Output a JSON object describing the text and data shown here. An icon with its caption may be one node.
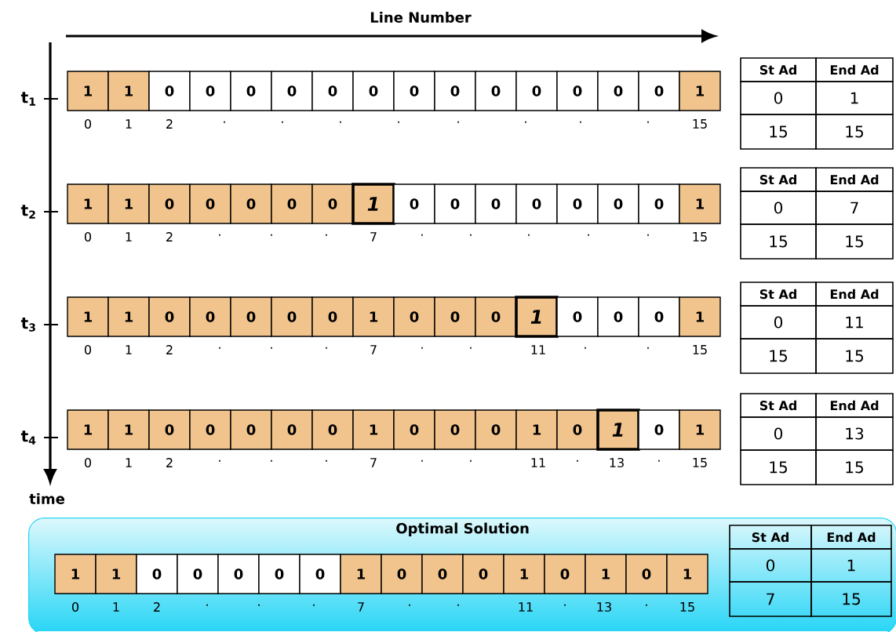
{
  "diagram": {
    "nodes": [
      {
        "text": [
          "1"
        ]
      },
      {
        "text": [
          "1"
        ]
      },
      {
        "text": [
          "0"
        ]
      },
      {
        "text": [
          "0"
        ]
      },
      {
        "text": [
          "0"
        ]
      },
      {
        "text": [
          "0"
        ]
      },
      {
        "text": [
          "0"
        ]
      },
      {
        "text": [
          "0"
        ]
      },
      {
        "text": [
          "0"
        ]
      },
      {
        "text": [
          "0"
        ]
      },
      {
        "text": [
          "0"
        ]
      },
      {
        "text": [
          "0"
        ]
      },
      {
        "text": [
          "0"
        ]
      },
      {
        "text": [
          "0"
        ]
      },
      {
        "text": [
          "0"
        ]
      },
      {
        "text": [
          "1"
        ]
      },
      {
        "text": [
          "1"
        ]
      },
      {
        "text": [
          "1"
        ]
      },
      {
        "text": [
          "0"
        ]
      },
      {
        "text": [
          "0"
        ]
      },
      {
        "text": [
          "0"
        ]
      },
      {
        "text": [
          "0"
        ]
      },
      {
        "text": [
          "0"
        ]
      },
      {
        "text": [
          "1"
        ]
      },
      {
        "text": [
          "0"
        ]
      },
      {
        "text": [
          "0"
        ]
      },
      {
        "text": [
          "0"
        ]
      },
      {
        "text": [
          "0"
        ]
      },
      {
        "text": [
          "0"
        ]
      },
      {
        "text": [
          "0"
        ]
      },
      {
        "text": [
          "0"
        ]
      },
      {
        "text": [
          "1"
        ]
      },
      {
        "text": [
          "1"
        ]
      },
      {
        "text": [
          "1"
        ]
      },
      {
        "text": [
          "0"
        ]
      },
      {
        "text": [
          "0"
        ]
      },
      {
        "text": [
          "0"
        ]
      },
      {
        "text": [
          "0"
        ]
      },
      {
        "text": [
          "0"
        ]
      },
      {
        "text": [
          "1"
        ]
      },
      {
        "text": [
          "0"
        ]
      },
      {
        "text": [
          "0"
        ]
      },
      {
        "text": [
          "0"
        ]
      },
      {
        "text": [
          "1"
        ]
      },
      {
        "text": [
          "0"
        ]
      },
      {
        "text": [
          "0"
        ]
      },
      {
        "text": [
          "0"
        ]
      },
      {
        "text": [
          "1"
        ]
      },
      {
        "text": [
          "1"
        ]
      },
      {
        "text": [
          "1"
        ]
      },
      {
        "text": [
          "0"
        ]
      },
      {
        "text": [
          "0"
        ]
      },
      {
        "text": [
          "0"
        ]
      },
      {
        "text": [
          "0"
        ]
      },
      {
        "text": [
          "0"
        ]
      },
      {
        "text": [
          "1"
        ]
      },
      {
        "text": [
          "0"
        ]
      },
      {
        "text": [
          "0"
        ]
      },
      {
        "text": [
          "0"
        ]
      },
      {
        "text": [
          "1"
        ]
      },
      {
        "text": [
          "0"
        ]
      },
      {
        "text": [
          "1"
        ]
      },
      {
        "text": [
          "0"
        ]
      },
      {
        "text": [
          "1"
        ]
      },
      {
        "text": [
          "Optimal Solution"
        ]
      },
      {
        "text": [
          "1"
        ],
        "in": 64
      },
      {
        "text": [
          "1"
        ],
        "in": 64
      },
      {
        "text": [
          "0"
        ],
        "in": 64
      },
      {
        "text": [
          "0"
        ],
        "in": 64
      },
      {
        "text": [
          "0"
        ],
        "in": 64
      },
      {
        "text": [
          "0"
        ],
        "in": 64
      },
      {
        "text": [
          "0"
        ],
        "in": 64
      },
      {
        "text": [
          "1"
        ],
        "in": 64
      },
      {
        "text": [
          "0"
        ],
        "in": 64
      },
      {
        "text": [
          "0"
        ],
        "in": 64
      },
      {
        "text": [
          "0"
        ],
        "in": 64
      },
      {
        "text": [
          "1"
        ],
        "in": 64
      },
      {
        "text": [
          "0"
        ],
        "in": 64
      },
      {
        "text": [
          "1"
        ],
        "in": 64
      },
      {
        "text": [
          "0"
        ],
        "in": 64
      },
      {
        "text": [
          "1"
        ],
        "in": 64
      }
    ],
    "labels": [
      "Line Number",
      "t$_{1}$",
      "0",
      "1",
      "2",
      "·",
      "·",
      "·",
      "·",
      "·",
      "·",
      "·",
      "·",
      "15",
      "St Ad",
      "End Ad",
      "0",
      "1",
      "15",
      "15",
      "t$_{2}$",
      "0",
      "1",
      "2",
      "·",
      "·",
      "·",
      "7",
      "·",
      "·",
      "·",
      "·",
      "·",
      "15",
      "St Ad",
      "End Ad",
      "0",
      "7",
      "15",
      "15",
      "t$_{3}$",
      "0",
      "1",
      "2",
      "·",
      "·",
      "·",
      "7",
      "·",
      "·",
      "11",
      "·",
      "·",
      "15",
      "St Ad",
      "End Ad",
      "0",
      "11",
      "15",
      "15",
      "t$_{4}$",
      "0",
      "1",
      "2",
      "·",
      "·",
      "·",
      "7",
      "·",
      "·",
      "11",
      "·",
      "13",
      "·",
      "15",
      "St Ad",
      "End Ad",
      "0",
      "13",
      "15",
      "15",
      "time",
      "0",
      "1",
      "2",
      "·",
      "·",
      "·",
      "7",
      "·",
      "·",
      "11",
      "·",
      "13",
      "·",
      "15",
      "St Ad",
      "End Ad",
      "0",
      "1",
      "7",
      "15"
    ]
  }
}
